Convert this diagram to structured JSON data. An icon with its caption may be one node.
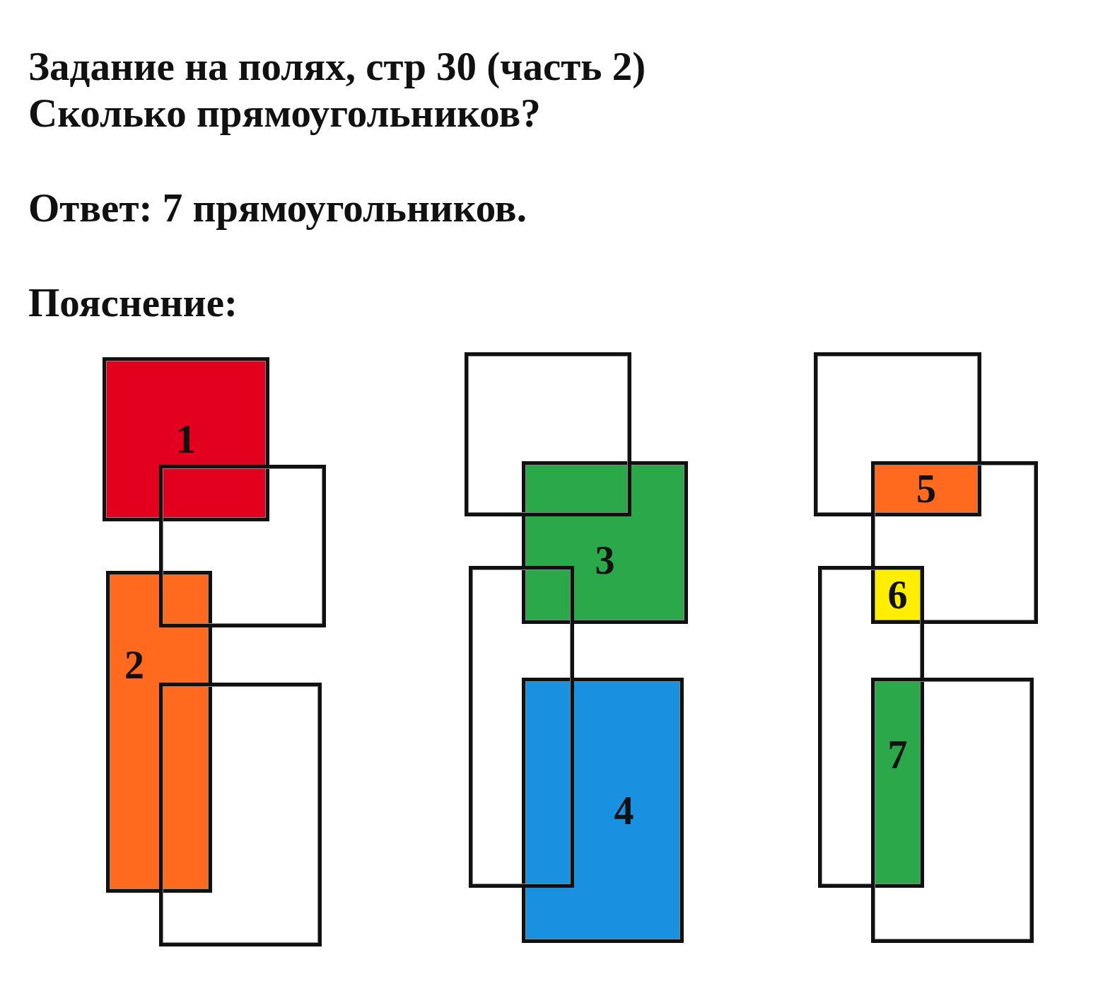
{
  "diagram": {
    "title": "Задание на полях, стр 30 (часть 2)",
    "nodes": [
      {
        "text": [
          "1"
        ]
      },
      {
        "text": [],
        "shape": "box"
      },
      {
        "text": [
          "2"
        ]
      },
      {
        "text": [],
        "shape": "box"
      },
      {
        "text": [],
        "shape": "box"
      },
      {
        "text": [
          "3"
        ]
      },
      {
        "text": [],
        "shape": "box"
      },
      {
        "text": [
          "4"
        ]
      },
      {
        "text": [],
        "shape": "box"
      },
      {
        "text": [],
        "shape": "box"
      },
      {
        "text": [],
        "shape": "box"
      },
      {
        "text": [],
        "shape": "box"
      },
      {
        "text": [
          "5"
        ]
      },
      {
        "text": [
          "6"
        ]
      },
      {
        "text": [
          "7"
        ]
      }
    ],
    "labels": [
      "Сколько прямоугольников?",
      "Ответ: 7 прямоугольников.",
      "Пояснение:"
    ]
  }
}
